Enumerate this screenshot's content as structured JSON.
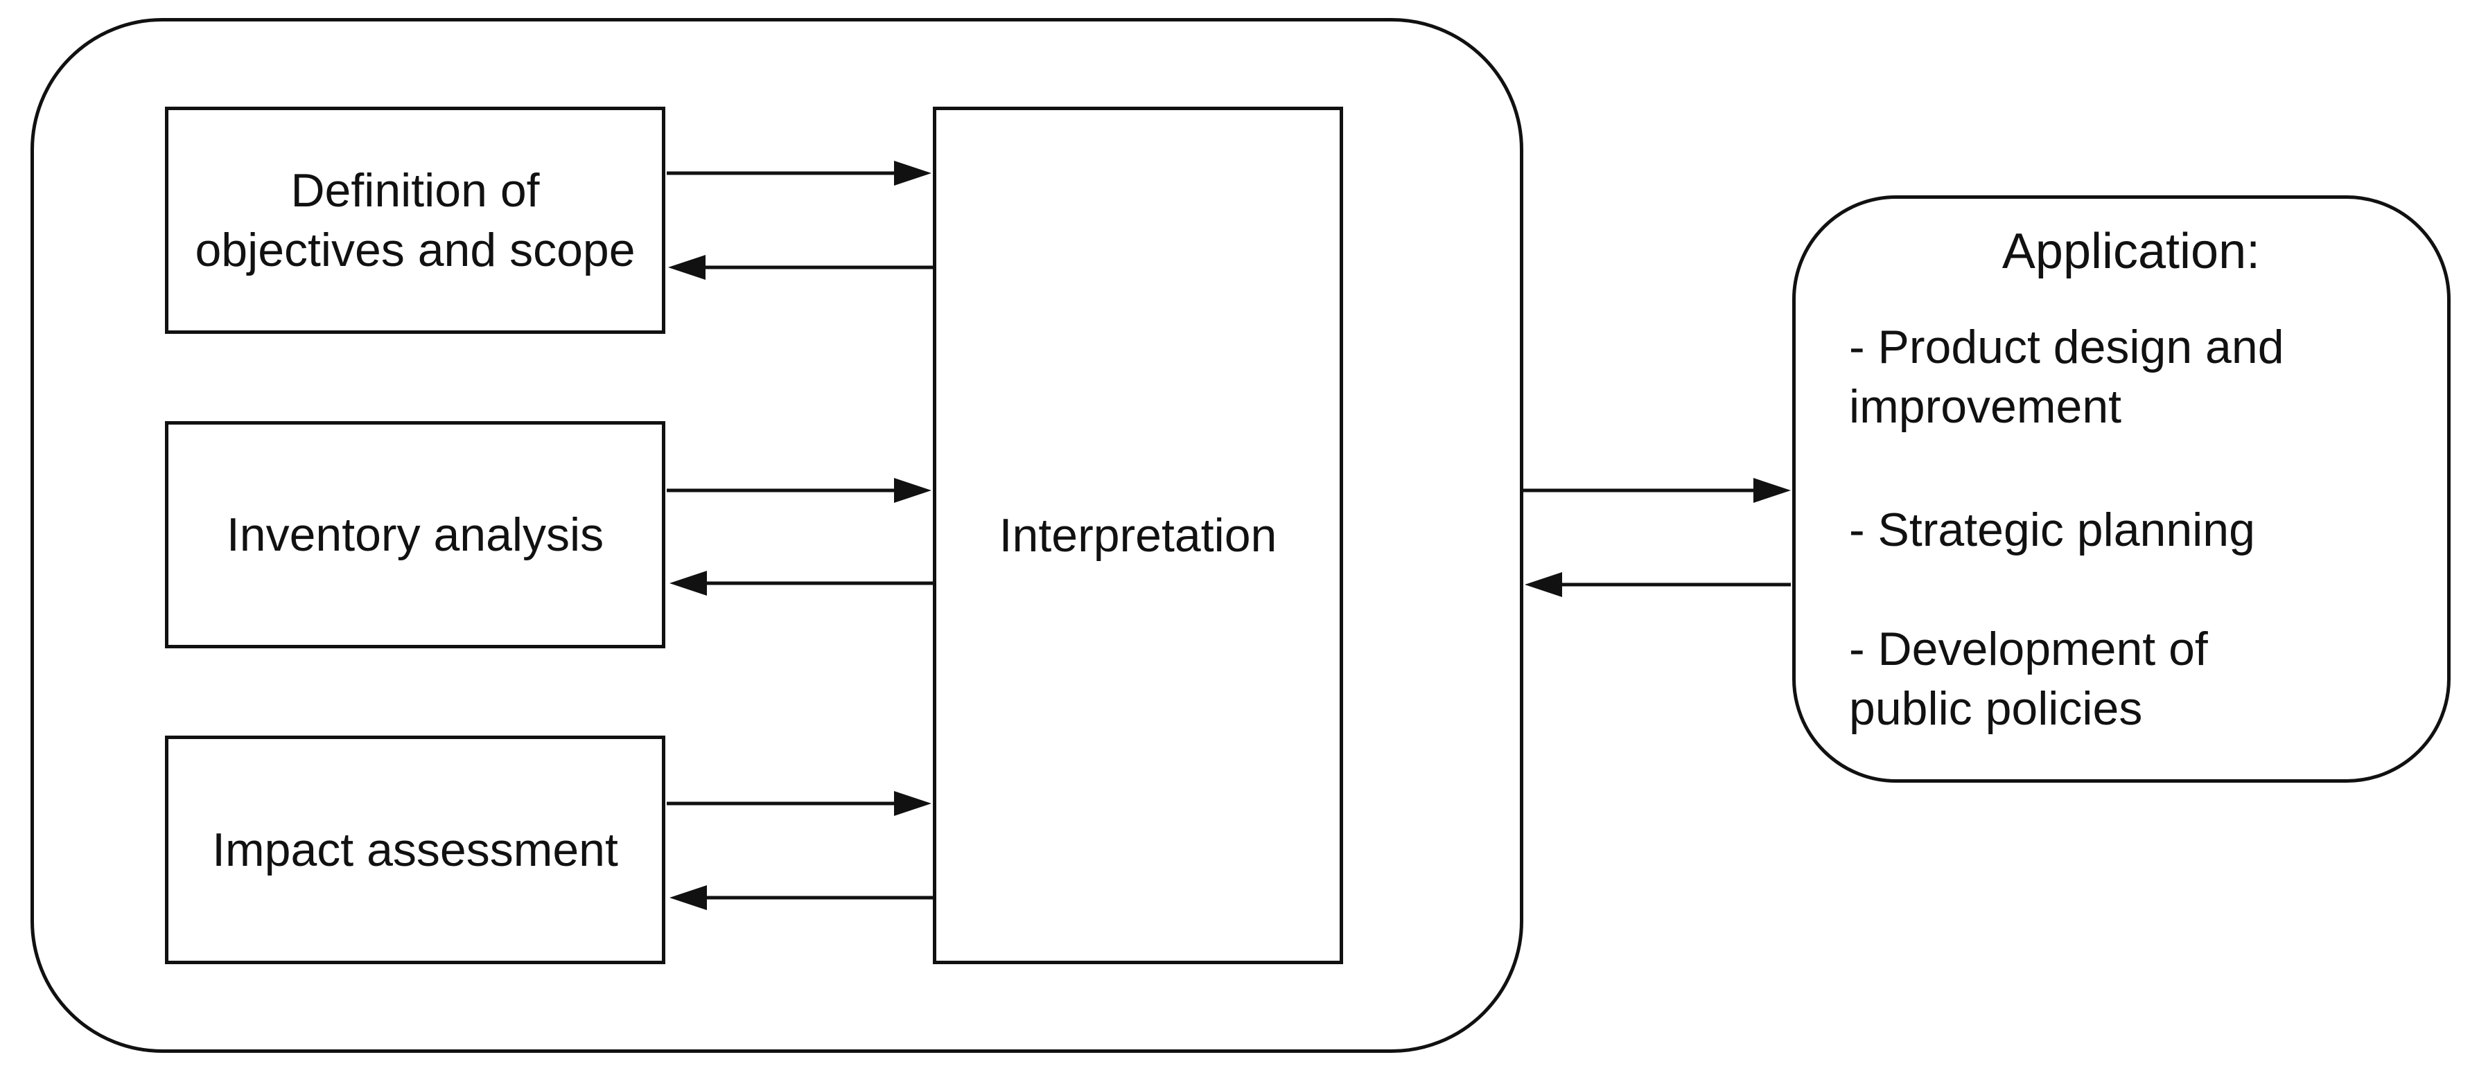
{
  "diagram": {
    "stages": [
      {
        "id": "objectives",
        "label": "Definition of\nobjectives and scope"
      },
      {
        "id": "inventory",
        "label": "Inventory analysis"
      },
      {
        "id": "impact",
        "label": "Impact assessment"
      }
    ],
    "interpretation": {
      "label": "Interpretation"
    },
    "application": {
      "title": "Application:",
      "items": [
        "- Product design and\nimprovement",
        "- Strategic planning",
        "- Development of\npublic policies"
      ]
    }
  }
}
